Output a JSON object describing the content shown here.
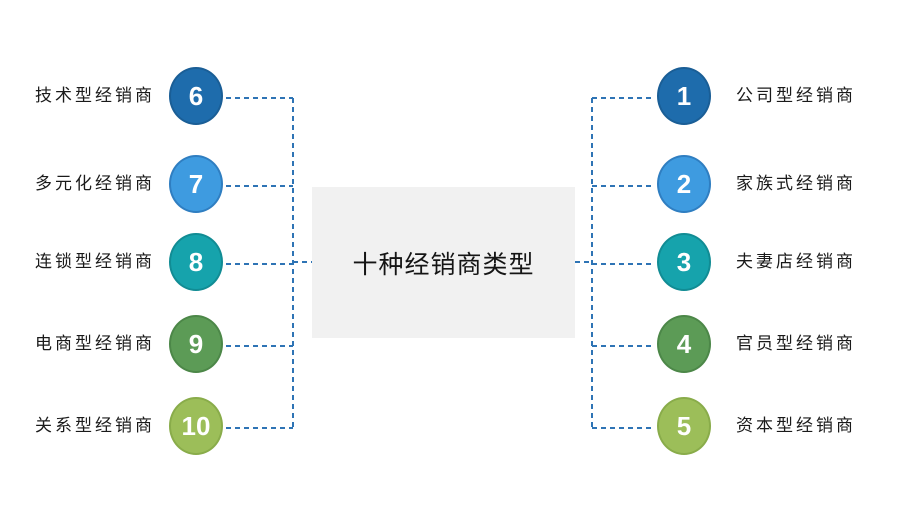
{
  "center": {
    "title": "十种经销商类型",
    "background": "#F1F1F1",
    "text_color": "#151515"
  },
  "connectors": {
    "color": "#2E74B5",
    "style": "dashed"
  },
  "number_text_color": "#FFFFFF",
  "left_items": [
    {
      "number": "6",
      "label": "技术型经销商",
      "fill": "#1E6CAC",
      "border": "#1A5E96"
    },
    {
      "number": "7",
      "label": "多元化经销商",
      "fill": "#3E9BE0",
      "border": "#2F7EC1"
    },
    {
      "number": "8",
      "label": "连锁型经销商",
      "fill": "#16A3AC",
      "border": "#118C94"
    },
    {
      "number": "9",
      "label": "电商型经销商",
      "fill": "#5C9B56",
      "border": "#4C8748"
    },
    {
      "number": "10",
      "label": "关系型经销商",
      "fill": "#9CBE59",
      "border": "#89AC4A"
    }
  ],
  "right_items": [
    {
      "number": "1",
      "label": "公司型经销商",
      "fill": "#1E6CAC",
      "border": "#1A5E96"
    },
    {
      "number": "2",
      "label": "家族式经销商",
      "fill": "#3E9BE0",
      "border": "#2F7EC1"
    },
    {
      "number": "3",
      "label": "夫妻店经销商",
      "fill": "#16A3AC",
      "border": "#118C94"
    },
    {
      "number": "4",
      "label": "官员型经销商",
      "fill": "#5C9B56",
      "border": "#4C8748"
    },
    {
      "number": "5",
      "label": "资本型经销商",
      "fill": "#9CBE59",
      "border": "#89AC4A"
    }
  ]
}
